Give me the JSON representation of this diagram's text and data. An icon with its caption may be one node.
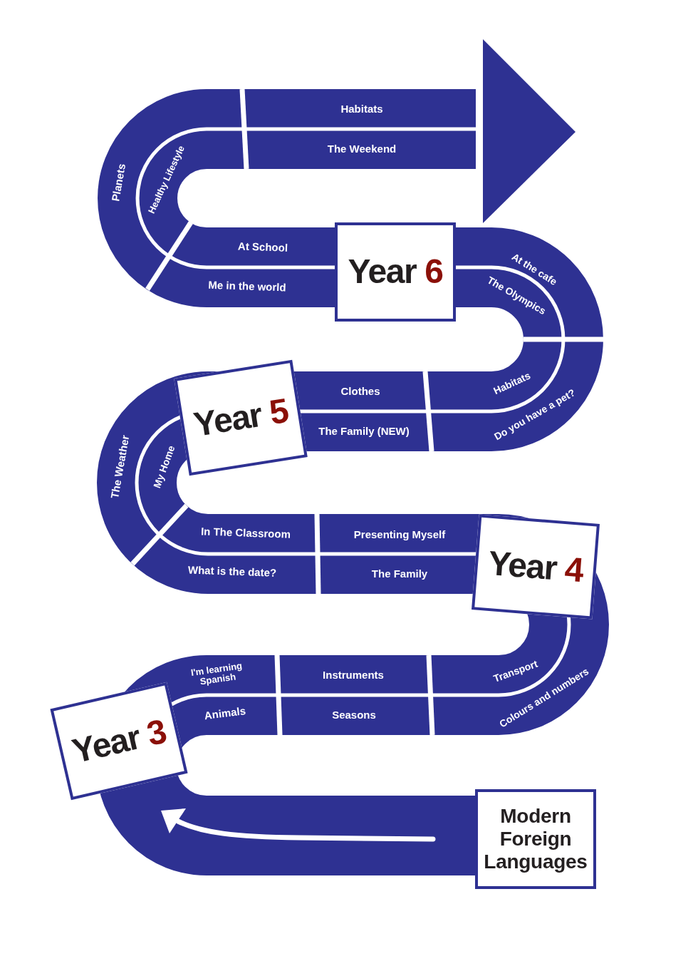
{
  "diagram": {
    "nodes": [
      {
        "text": [
          "Year 6"
        ]
      },
      {
        "text": [
          "Year 5"
        ]
      },
      {
        "text": [
          "Year 4"
        ]
      },
      {
        "text": [
          "Year 3"
        ]
      },
      {
        "text": [
          "Modern Foreign Languages"
        ]
      }
    ],
    "labels": [
      "Habitats",
      "The Weekend",
      "Planets",
      "Healthy Lifestyle",
      "At School",
      "Me in the world",
      "At the cafe",
      "The Olympics",
      "Habitats",
      "Do you have a pet?",
      "Clothes",
      "The Family (NEW)",
      "The Weather",
      "My Home",
      "In The Classroom",
      "What is the date?",
      "Presenting Myself",
      "The Family",
      "Transport",
      "Colours and numbers",
      "I'm learning Spanish",
      "Animals",
      "Instruments",
      "Seasons"
    ]
  }
}
